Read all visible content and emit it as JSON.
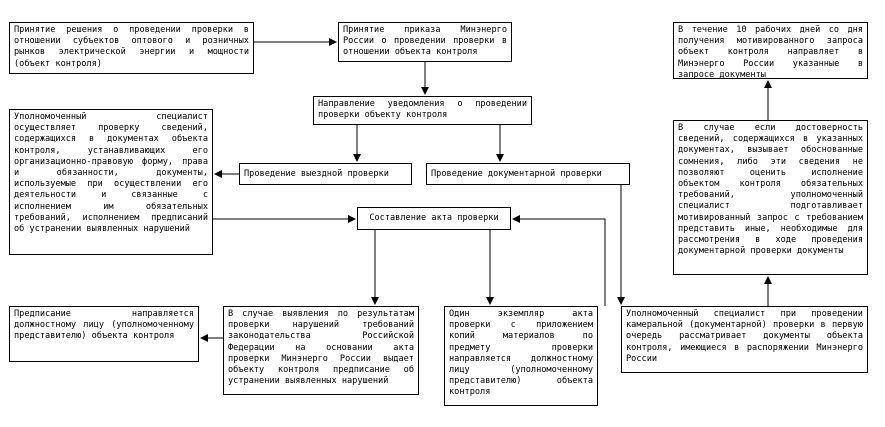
{
  "boxes": {
    "decision": "Принятие решения о проведении проверки в отношении субъектов оптового и розничных рынков электрической энергии и мощности (объект контроля)",
    "order": "Принятие приказа Минэнерго России о проведении проверки в отношении объекта контроля",
    "notice": "Направление уведомления о проведении проверки объекту контроля",
    "onsite": "Проведение выездной проверки",
    "documentary": "Проведение документарной проверки",
    "specialist_check": "Уполномоченный специалист осуществляет проверку сведений, содержащихся в документах объекта контроля, устанавливающих его организационно-правовую форму, права и обязанности, документы, используемые при осуществлении его деятельности и связанные с исполнением им обязательных требований, исполнением предписаний об устранении выявленных нарушений",
    "act": "Составление акта проверки",
    "order_issue": "Предписание направляется должностному лицу (уполномоченному представителю) объекта контроля",
    "violations": "В случае выявления по результатам проверки нарушений требований законодательства Российской Федерации на основании акта проверки Минэнерго России выдает объекту контроля предписание об устранении выявленных нарушений",
    "copy": "Один экземпляр акта проверки с приложением копий материалов по предмету проверки направляется должностному лицу (уполномоченному представителю) объекта контроля",
    "cameral": "Уполномоченный специалист при проведении камеральной (документарной) проверки в первую очередь рассматривает документы объекта контроля, имеющиеся в распоряжении Минэнерго России",
    "doubts": "В случае если достоверность сведений, содержащихся в указанных документах, вызывает обоснованные сомнения, либо эти сведения не позволяют оценить исполнение объектом контроля обязательных требований, уполномоченный специалист подготавливает мотивированный запрос с требованием представить иные, необходимые для рассмотрения в ходе проведения документарной проверки документы",
    "ten_days": "В течение 10 рабочих дней со дня получения мотивированного запроса объект контроля направляет в Минэнерго России указанные в запросе документы"
  }
}
